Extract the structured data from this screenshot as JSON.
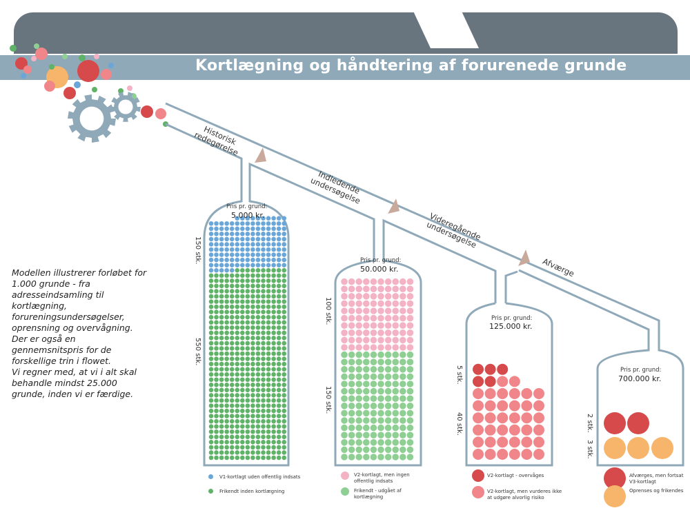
{
  "title": "Kortlægning og håndtering af forurenede grunde",
  "intro": [
    "Modellen illustrerer forløbet for 1.000 grunde - fra adresseindsamling til kortlægning, forureningsundersøgelser, oprensning og overvågning.",
    "Der er også en gennemsnitspris for de forskellige trin i flowet.",
    "Vi regner med, at vi i alt skal behandle mindst 25.000 grunde, inden vi er færdige."
  ],
  "stages": [
    {
      "label_line1": "Historisk",
      "label_line2": "redegørelse"
    },
    {
      "label_line1": "Indledende",
      "label_line2": "undersøgelse"
    },
    {
      "label_line1": "Videregående",
      "label_line2": "undersøgelse"
    },
    {
      "label_line1": "Afværge",
      "label_line2": ""
    }
  ],
  "price_caption": "Pris pr. grund:",
  "prices": [
    "5.000 kr.",
    "50.000 kr.",
    "125.000 kr.",
    "700.000 kr."
  ],
  "counts": {
    "c1_top": "150 stk.",
    "c1_bottom": "550 stk.",
    "c2_top": "100 stk.",
    "c2_bottom": "150 stk.",
    "c3_top": "5 stk.",
    "c3_bottom": "40 stk.",
    "c4_top": "2 stk.",
    "c4_bottom": "3 stk."
  },
  "legend": {
    "v1": "V1-kortlagt uden offentlig indsats",
    "friv1": "Frikendt inden kortlægning",
    "v2no": "V2-kortlagt, men ingen offentlig indsats",
    "friv2": "Frikendt - udgået af kortlægning",
    "v2ov": "V2-kortlagt - overvåges",
    "v2risk": "V2-kortlagt, men vurderes ikke at udgøre alvorlig risiko",
    "afv": "Afværges, men fortsat V3-kortlagt",
    "opr": "Oprenses og frikendes"
  },
  "colors": {
    "blue": "#6aa6d8",
    "green": "#5fb267",
    "pink": "#f3b3c4",
    "lightgreen": "#8fcf94",
    "red": "#d64a4c",
    "salmon": "#f0868a",
    "orange": "#f7b56b",
    "pipe": "#8fa9b9",
    "gear": "#8fa9b9"
  }
}
